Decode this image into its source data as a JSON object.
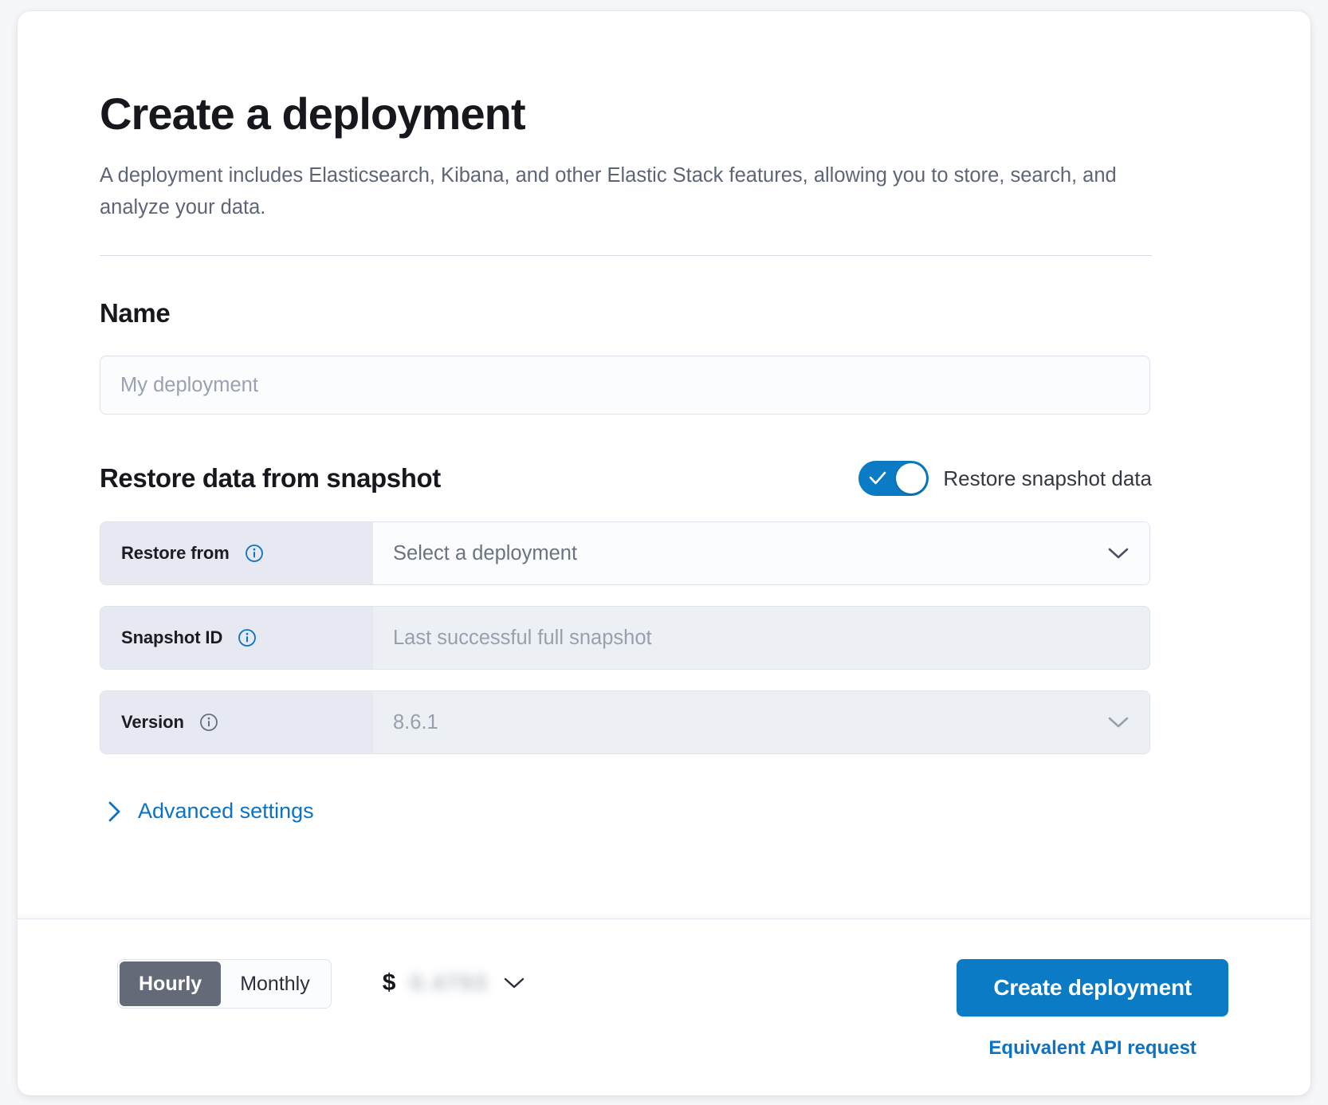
{
  "page": {
    "title": "Create a deployment",
    "description": "A deployment includes Elasticsearch, Kibana, and other Elastic Stack features, allowing you to store, search, and analyze your data."
  },
  "name_section": {
    "heading": "Name",
    "input_value": "",
    "input_placeholder": "My deployment"
  },
  "restore_section": {
    "heading": "Restore data from snapshot",
    "toggle": {
      "label": "Restore snapshot data",
      "checked": "true",
      "accent_color": "#0a7bc4"
    },
    "fields": [
      {
        "label": "Restore from",
        "value": "Select a deployment",
        "control": "select",
        "disabled": "false",
        "info_icon": "info-icon",
        "info_icon_color": "#0b72c4"
      },
      {
        "label": "Snapshot ID",
        "value": "Last successful full snapshot",
        "control": "text",
        "disabled": "true",
        "info_icon": "info-icon",
        "info_icon_color": "#0b72c4"
      },
      {
        "label": "Version",
        "value": "8.6.1",
        "control": "select",
        "disabled": "true",
        "info_icon": "info-icon",
        "info_icon_color": "#69707d"
      }
    ],
    "advanced_link": "Advanced settings"
  },
  "footer": {
    "billing_options": [
      {
        "label": "Hourly",
        "selected": "true"
      },
      {
        "label": "Monthly",
        "selected": "false"
      }
    ],
    "price": {
      "currency_symbol": "$",
      "amount_masked": "0.4793",
      "chevron": "chevron-down-icon"
    },
    "create_button": "Create deployment",
    "api_link": "Equivalent API request"
  },
  "colors": {
    "accent": "#0a7bc4",
    "link": "#0b72c4",
    "segment_active_bg": "#646a77",
    "label_bg": "#e6e9f1"
  }
}
